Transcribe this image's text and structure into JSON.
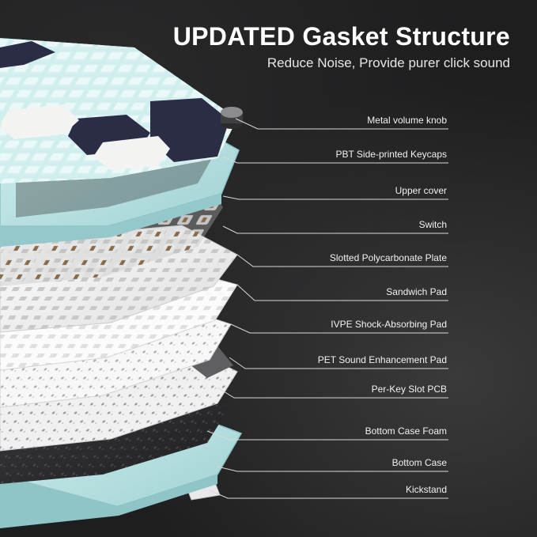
{
  "header": {
    "title": "UPDATED Gasket Structure",
    "subtitle": "Reduce Noise, Provide purer click sound"
  },
  "layers": [
    {
      "id": "knob",
      "label": "Metal volume knob"
    },
    {
      "id": "keycaps",
      "label": "PBT Side-printed Keycaps"
    },
    {
      "id": "upper-cover",
      "label": "Upper cover"
    },
    {
      "id": "switch",
      "label": "Switch"
    },
    {
      "id": "plate",
      "label": "Slotted Polycarbonate Plate"
    },
    {
      "id": "sandwich-pad",
      "label": "Sandwich Pad"
    },
    {
      "id": "ivpe-pad",
      "label": "IVPE Shock-Absorbing Pad"
    },
    {
      "id": "pet-pad",
      "label": "PET Sound Enhancement Pad"
    },
    {
      "id": "pcb",
      "label": "Per-Key Slot PCB"
    },
    {
      "id": "foam",
      "label": "Bottom Case Foam"
    },
    {
      "id": "bottom-case",
      "label": "Bottom Case"
    },
    {
      "id": "kickstand",
      "label": "Kickstand"
    }
  ],
  "colors": {
    "background": "#1e1e1f",
    "mint": "#b9dfe0",
    "navy": "#2a2d45",
    "white_key": "#f3f4f2",
    "plate": "#f4f4f4",
    "pad_gray": "#5a5a5c",
    "foam": "#2b2b2d"
  }
}
